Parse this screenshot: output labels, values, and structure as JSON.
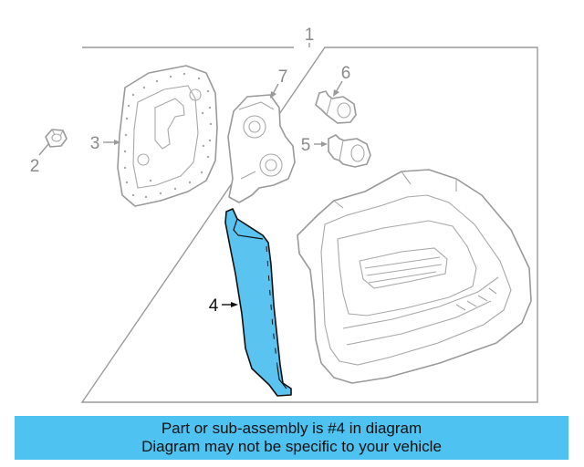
{
  "diagram": {
    "callouts": {
      "c1": "1",
      "c2": "2",
      "c3": "3",
      "c4": "4",
      "c5": "5",
      "c6": "6",
      "c7": "7"
    },
    "highlight_color": "#5bc3f0",
    "line_color": "#9a9a9a"
  },
  "banner": {
    "line1": "Part or sub-assembly is #4 in diagram",
    "line2": "Diagram may not be specific to your vehicle",
    "background": "#4ec2f1"
  }
}
